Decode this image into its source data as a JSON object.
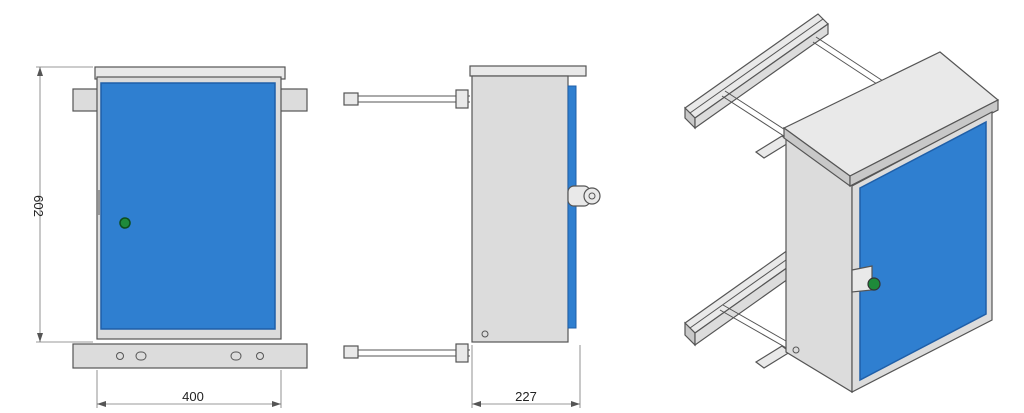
{
  "dimensions": {
    "height": "602",
    "width": "400",
    "depth": "227"
  },
  "colors": {
    "door_blue": "#2f7fd0",
    "door_edge": "#1f5fa8",
    "steel": "#dcdcdc",
    "outline": "#555555",
    "lock_green": "#1e8a3a"
  }
}
